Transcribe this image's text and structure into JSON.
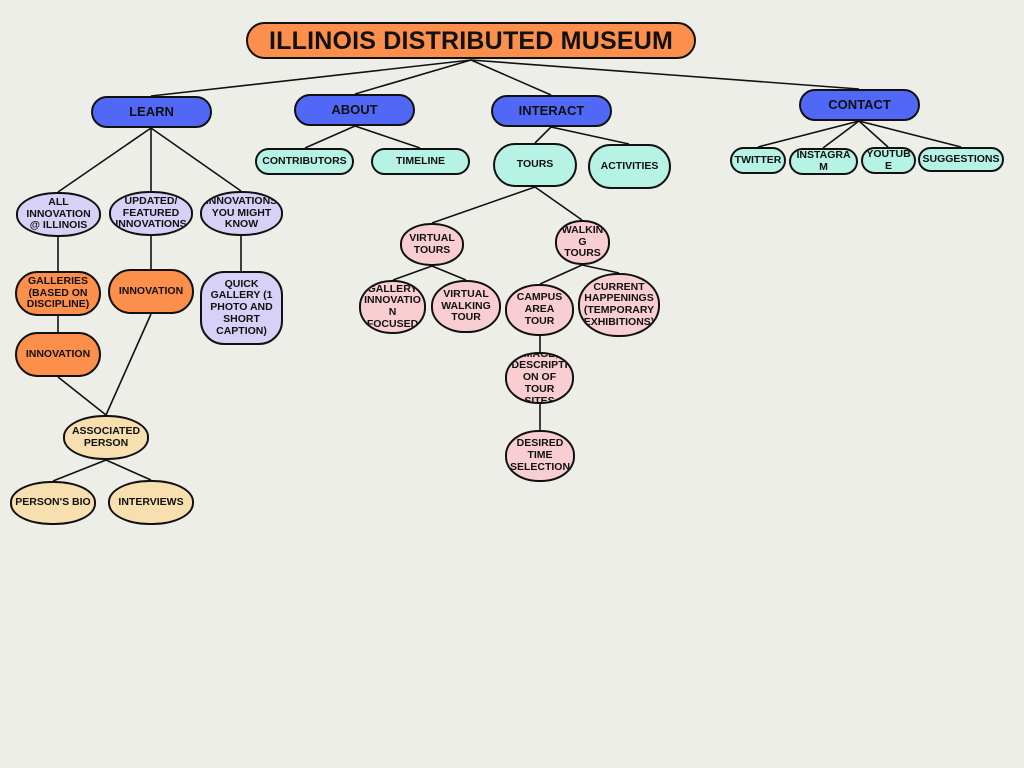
{
  "title": "ILLINOIS DISTRIBUTED MUSEUM",
  "colors": {
    "background": "#eeeee9",
    "orange": "#fc8f4b",
    "blue": "#5068f5",
    "mint": "#b7f3e4",
    "lilac": "#d8d1f7",
    "pink": "#f8ced2",
    "peach": "#f7dfb0"
  },
  "sections": {
    "learn": "LEARN",
    "about": "ABOUT",
    "interact": "INTERACT",
    "contact": "CONTACT"
  },
  "about_children": {
    "contributors": "CONTRIBUTORS",
    "timeline": "TIMELINE"
  },
  "contact_children": {
    "twitter": "TWITTER",
    "instagram": "INSTAGRAM",
    "youtube": "YOUTUBE",
    "suggestions": "SUGGESTIONS"
  },
  "interact_children": {
    "tours": "TOURS",
    "activities": "ACTIVITIES",
    "virtual_tours": "VIRTUAL TOURS",
    "walking_tours": "WALKING TOURS",
    "gallery_innovation_focused": "GALLERY INNOVATION FOCUSED",
    "virtual_walking_tour": "VIRTUAL WALKING TOUR",
    "campus_area_tour": "CAMPUS AREA TOUR",
    "current_happenings": "CURRENT HAPPENINGS (TEMPORARY EXHIBITIONS)",
    "image_description": "IMAGE, DESCRIPTION OF TOUR SITES",
    "desired_time": "DESIRED TIME SELECTION"
  },
  "learn_children": {
    "all_innovation": "ALL INNOVATION @ ILLINOIS",
    "updated_featured": "UPDATED/ FEATURED INNOVATIONS",
    "innovations_you_might_know": "INNOVATIONS YOU MIGHT KNOW",
    "galleries": "GALLERIES (BASED ON DISCIPLINE)",
    "galleries_innovation": "INNOVATION",
    "featured_innovation": "INNOVATION",
    "quick_gallery": "QUICK GALLERY (1 PHOTO AND SHORT CAPTION)",
    "associated_person": "ASSOCIATED PERSON",
    "persons_bio": "PERSON'S BIO",
    "interviews": "INTERVIEWS"
  }
}
